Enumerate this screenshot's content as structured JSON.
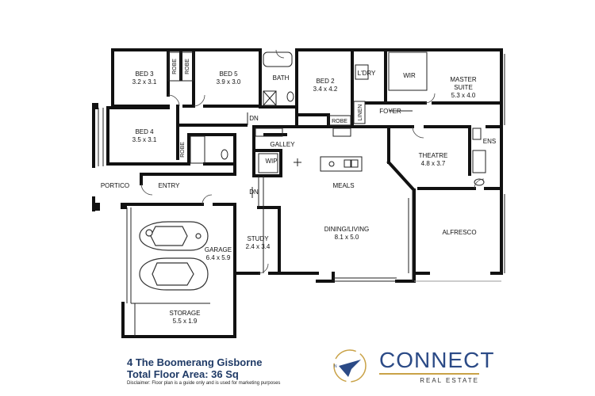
{
  "rooms": {
    "bed3": {
      "name": "BED 3",
      "size": "3.2 x 3.1"
    },
    "bed5": {
      "name": "BED 5",
      "size": "3.9 x 3.0"
    },
    "bed2": {
      "name": "BED 2",
      "size": "3.4 x 4.2"
    },
    "bed4": {
      "name": "BED 4",
      "size": "3.5 x 3.1"
    },
    "master": {
      "name1": "MASTER",
      "name2": "SUITE",
      "size": "5.3 x 4.0"
    },
    "theatre": {
      "name": "THEATRE",
      "size": "4.8 x 3.7"
    },
    "garage": {
      "name": "GARAGE",
      "size": "6.4 x 5.9"
    },
    "study": {
      "name": "STUDY",
      "size": "2.4 x 3.4"
    },
    "dining": {
      "name": "DINING/LIVING",
      "size": "8.1 x 5.0"
    },
    "storage": {
      "name": "STORAGE",
      "size": "5.5 x 1.9"
    },
    "bath": "BATH",
    "ldry": "L'DRY",
    "wir": "WIR",
    "foyer": "FOYER",
    "ens": "ENS",
    "galley": "GALLEY",
    "wip": "WIP",
    "meals": "MEALS",
    "alfresco": "ALFRESCO",
    "portico": "PORTICO",
    "entry": "ENTRY",
    "robe": "ROBE",
    "linen": "LINEN",
    "dn": "DN"
  },
  "footer": {
    "address": "4 The Boomerang Gisborne",
    "area": "Total Floor Area: 36 Sq",
    "disclaimer": "Disclaimer:  Floor plan is a guide only and is used for marketing purposes"
  },
  "brand": {
    "name": "CONNECT",
    "tagline": "REAL ESTATE",
    "colors": {
      "primary": "#2b4a86",
      "accent": "#c9a247"
    }
  }
}
